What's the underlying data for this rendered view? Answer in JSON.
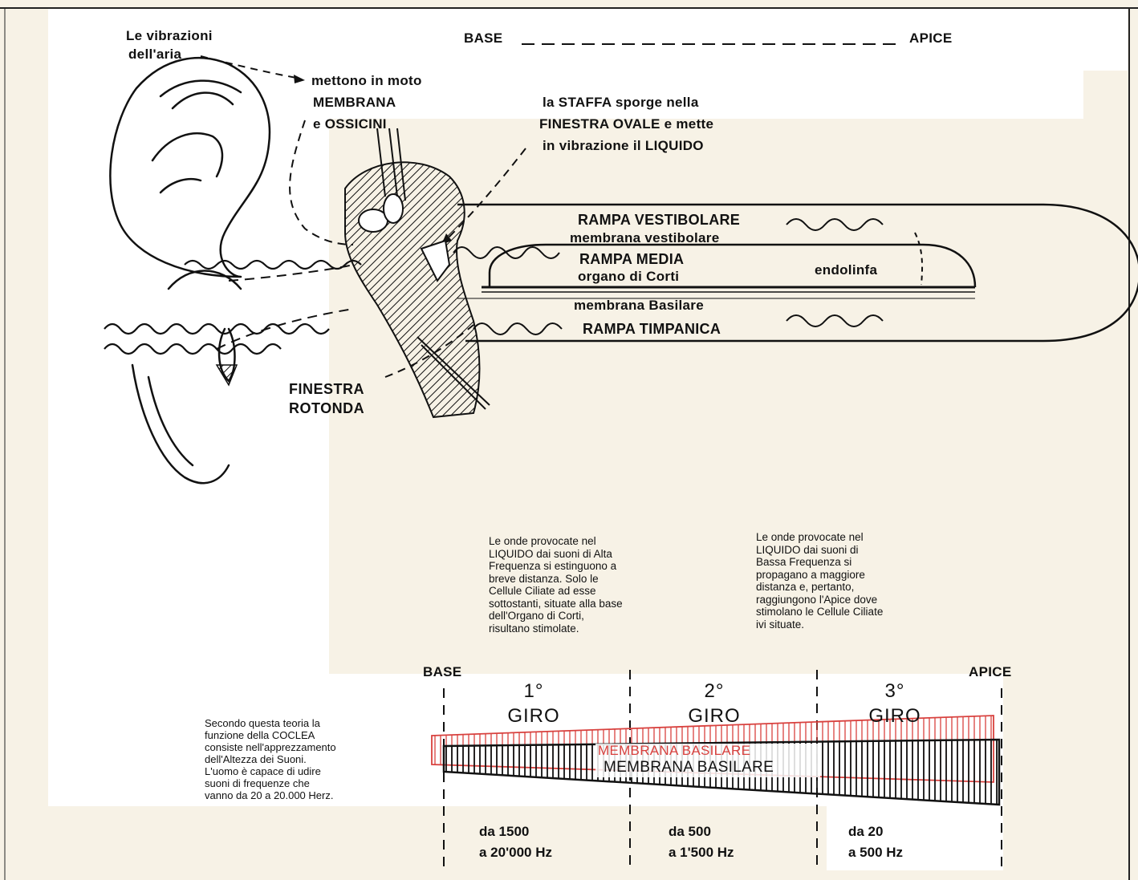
{
  "top_axis": {
    "base": "BASE",
    "apex": "APICE"
  },
  "ear_labels": {
    "air_line1": "Le vibrazioni",
    "air_line2": "dell'aria",
    "moto_line1": "mettono in moto",
    "moto_line2": "MEMBRANA",
    "moto_line3": "e OSSICINI",
    "staffa_line1": "la  STAFFA  sporge nella",
    "staffa_line2": "FINESTRA OVALE e mette",
    "staffa_line3": "in vibrazione il LIQUIDO",
    "finestra_line1": "FINESTRA",
    "finestra_line2": "ROTONDA"
  },
  "cochlea_labels": {
    "rampa_vestibolare": "RAMPA  VESTIBOLARE",
    "membrana_vestibolare": "membrana  vestibolare",
    "rampa_media": "RAMPA  MEDIA",
    "organo_corti": "organo di Corti",
    "endolinfa": "endolinfa",
    "membrana_basilare": "membrana  Basilare",
    "rampa_timpanica": "RAMPA  TIMPANICA"
  },
  "text_high_freq": [
    "Le onde provocate nel",
    "LIQUIDO dai suoni di Alta",
    "Frequenza si estinguono a",
    "breve distanza. Solo le",
    "Cellule Ciliate ad esse",
    "sottostanti, situate alla base",
    "dell'Organo di Corti,",
    "risultano stimolate."
  ],
  "text_low_freq": [
    "Le onde provocate nel",
    "LIQUIDO dai suoni di",
    "Bassa Frequenza si",
    "propagano a maggiore",
    "distanza e, pertanto,",
    "raggiungono l'Apice dove",
    "stimolano le Cellule Ciliate",
    "ivi situate."
  ],
  "text_theory": [
    "Secondo questa teoria la",
    "funzione della COCLEA",
    "consiste nell'apprezzamento",
    "dell'Altezza dei Suoni.",
    "L'uomo è capace di udire",
    "suoni di frequenze che",
    "vanno da 20 a 20.000 Herz."
  ],
  "bottom_axis": {
    "base": "BASE",
    "apex": "APICE"
  },
  "turns": [
    {
      "num": "1°",
      "label": "GIRO",
      "freq_line1": "da 1500",
      "freq_line2": "a 20'000 Hz"
    },
    {
      "num": "2°",
      "label": "GIRO",
      "freq_line1": "da   500",
      "freq_line2": "a  1'500 Hz"
    },
    {
      "num": "3°",
      "label": "GIRO",
      "freq_line1": "da    20",
      "freq_line2": "a  500 Hz"
    }
  ],
  "membrane_labels": {
    "red": "MEMBRANA   BASILARE",
    "black": "MEMBRANA   BASILARE"
  },
  "colors": {
    "ink": "#111111",
    "red": "#d8413e",
    "paper": "#f7f2e6",
    "white": "#ffffff"
  }
}
